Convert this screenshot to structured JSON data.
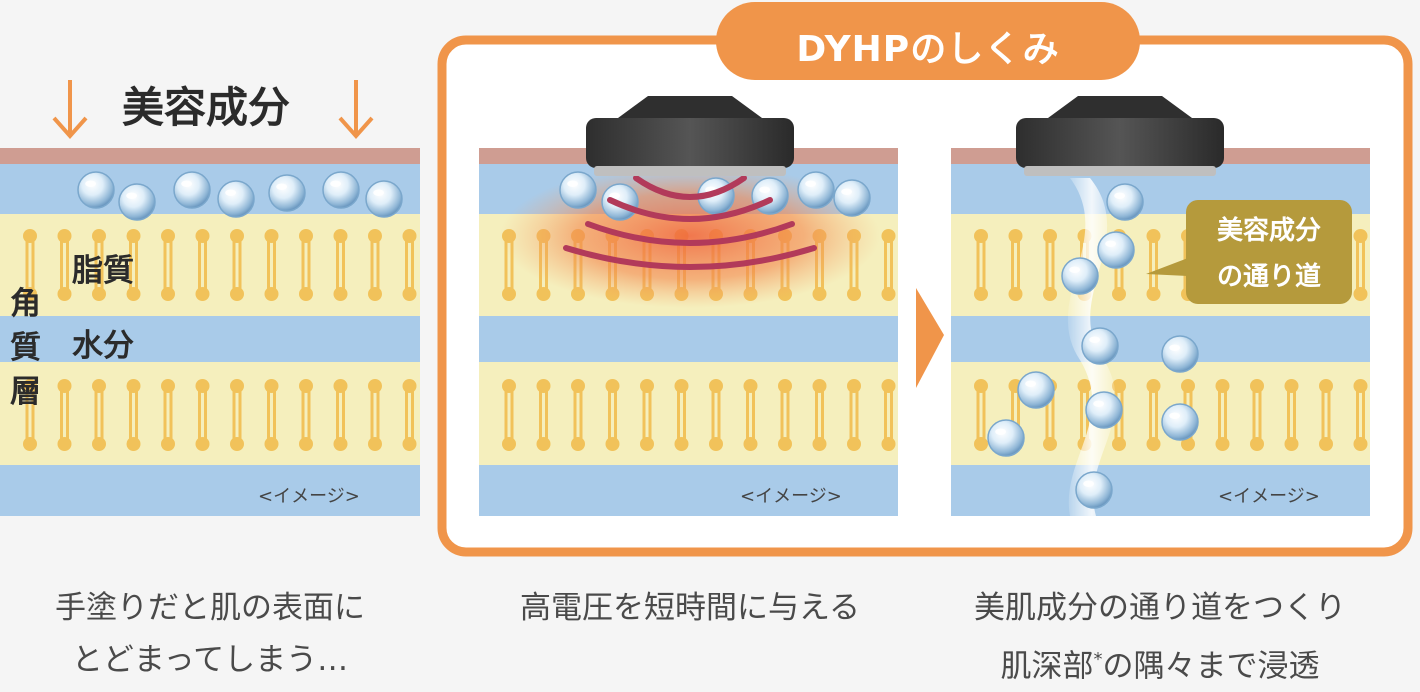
{
  "title_badge": "DYHPのしくみ",
  "panel_left": {
    "heading": "美容成分",
    "label_lipid": "脂質",
    "label_water": "水分",
    "label_stratum": [
      "角",
      "質",
      "層"
    ],
    "image_note": "<イメージ>"
  },
  "panel_middle": {
    "image_note": "<イメージ>"
  },
  "panel_right": {
    "image_note": "<イメージ>",
    "callout": [
      "美容成分",
      "の通り道"
    ]
  },
  "captions": {
    "left": [
      "手塗りだと肌の表面に",
      "とどまってしまう…"
    ],
    "middle": [
      "高電圧を短時間に与える"
    ],
    "right": [
      "美肌成分の通り道をつくり",
      "肌深部",
      "の隅々まで浸透"
    ],
    "right_mark": "*"
  },
  "colors": {
    "orange": "#f0954a",
    "skin_top": "#cf9d92",
    "water": "#a9cbe9",
    "lipid_bg": "#f5efbd",
    "lipid_mol": "#f1c25a",
    "callout": "#b59a3c",
    "heat": "#b23a5a"
  }
}
